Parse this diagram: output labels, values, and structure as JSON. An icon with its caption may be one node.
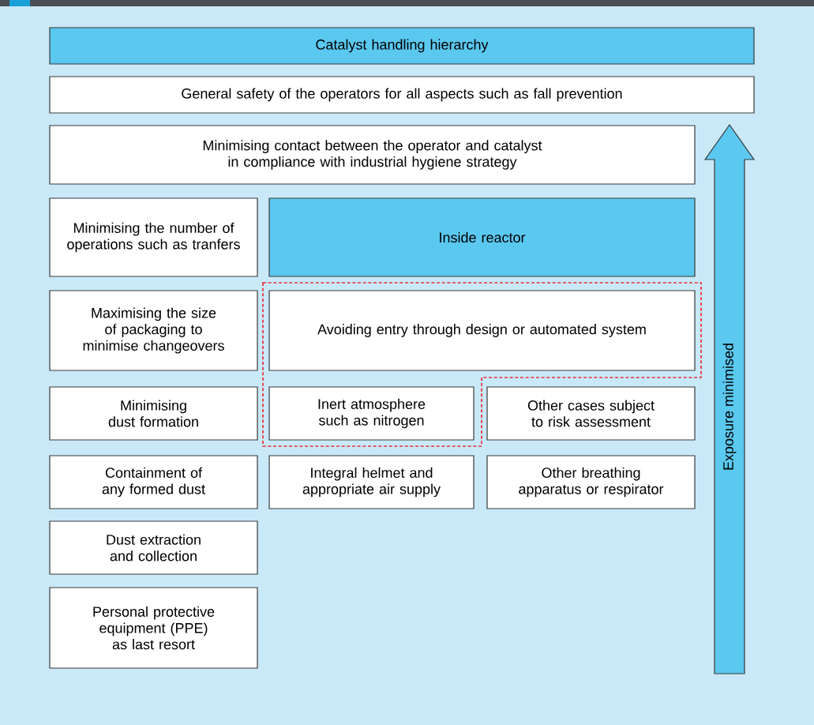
{
  "diagram": {
    "nodes": [
      {
        "text": [
          "Catalyst handling hierarchy"
        ]
      },
      {
        "text": [
          "General safety of the operators for all aspects such as fall prevention"
        ]
      },
      {
        "text": [
          "Minimising contact between the operator and catalyst in compliance with industrial hygiene strategy"
        ]
      },
      {
        "text": [
          "Minimising the number of operations such as tranfers"
        ]
      },
      {
        "text": [
          "Inside reactor"
        ]
      },
      {
        "text": [
          "Maximising the size of packaging to minimise changeovers"
        ]
      },
      {
        "text": [
          "Avoiding entry through design or automated system"
        ]
      },
      {
        "text": [
          "Minimising dust formation"
        ]
      },
      {
        "text": [
          "Inert atmosphere such as nitrogen"
        ]
      },
      {
        "text": [
          "Other cases subject to risk assessment"
        ]
      },
      {
        "text": [
          "Containment of any formed dust"
        ]
      },
      {
        "text": [
          "Integral helmet and appropriate air supply"
        ]
      },
      {
        "text": [
          "Other breathing apparatus or respirator"
        ]
      },
      {
        "text": [
          "Dust extraction and collection"
        ]
      },
      {
        "text": [
          "Personal protective equipment (PPE) as last resort"
        ]
      },
      {
        "text": [
          "Exposure minimised"
        ]
      }
    ]
  }
}
